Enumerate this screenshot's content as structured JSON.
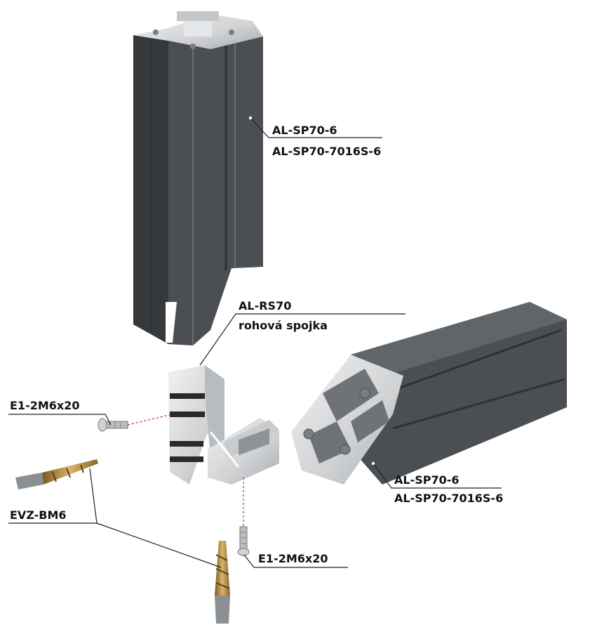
{
  "labels": {
    "profile_top": [
      "AL-SP70-6",
      "AL-SP70-7016S-6"
    ],
    "corner_connector": [
      "AL-RS70",
      "rohová spojka"
    ],
    "screw_left": "E1-2M6x20",
    "drill_bit": "EVZ-BM6",
    "screw_bottom": "E1-2M6x20",
    "profile_right": [
      "AL-SP70-6",
      "AL-SP70-7016S-6"
    ]
  },
  "colors": {
    "profile_face": "#4b4f53",
    "profile_dark": "#36393c",
    "profile_light": "#60656a",
    "aluminium": "#d8d8d8",
    "aluminium_dark": "#9ea2a6",
    "leader_line": "#222222",
    "axis_line": "#c0206a",
    "drill_gold": "#b48a3c",
    "drill_shank": "#8a8f94"
  }
}
